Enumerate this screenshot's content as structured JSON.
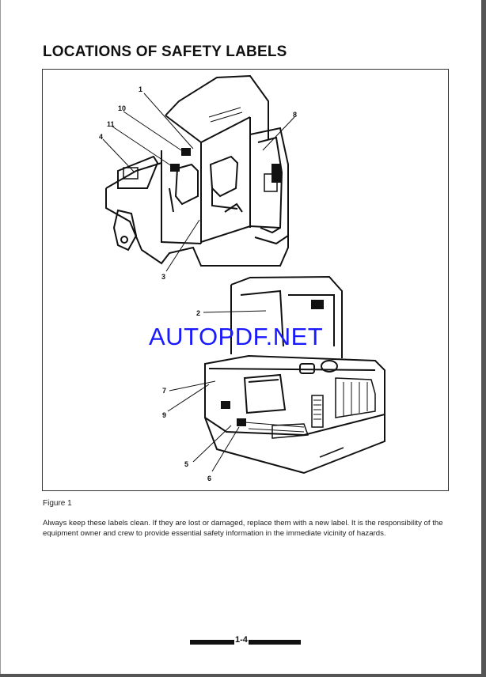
{
  "page": {
    "title": "LOCATIONS OF SAFETY LABELS",
    "watermark": "AUTOPDF.NET",
    "caption": "Figure 1",
    "paragraph": "Always keep these labels clean. If they are lost or damaged, replace them with a new label. It is the responsibility of the equipment owner and crew to provide essential safety information in the immediate vicinity of hazards.",
    "page_number": "1-4"
  },
  "figure": {
    "callouts": [
      "1",
      "10",
      "11",
      "4",
      "8",
      "3",
      "2",
      "7",
      "9",
      "5",
      "6"
    ]
  }
}
